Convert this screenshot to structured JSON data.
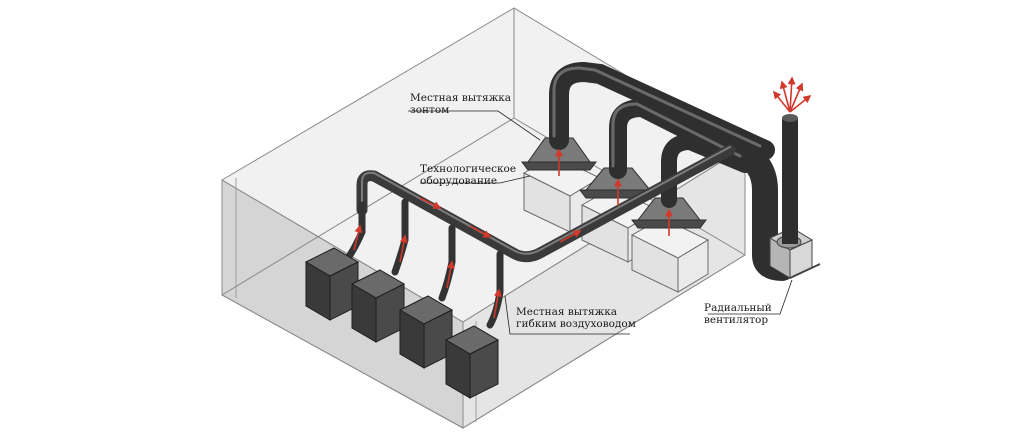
{
  "labels": {
    "hood": {
      "line1": "Местная вытяжка",
      "line2": "зонтом"
    },
    "equipment": {
      "line1": "Технологическое",
      "line2": "оборудование"
    },
    "flex_hose": {
      "line1": "Местная вытяжка",
      "line2": "гибким воздуховодом"
    },
    "fan": {
      "line1": "Радиальный",
      "line2": "вентилятор"
    }
  },
  "colors": {
    "room_line": "#8a8a8a",
    "room_fill": "#c9c9c9",
    "pipe": "#4a4a4a",
    "pipe_highlight": "#7a7a7a",
    "machine": "#3e3e3e",
    "equipment_box": "#e8e8e8",
    "hood": "#5a5a5a",
    "airflow_arrow": "#d0392b"
  }
}
